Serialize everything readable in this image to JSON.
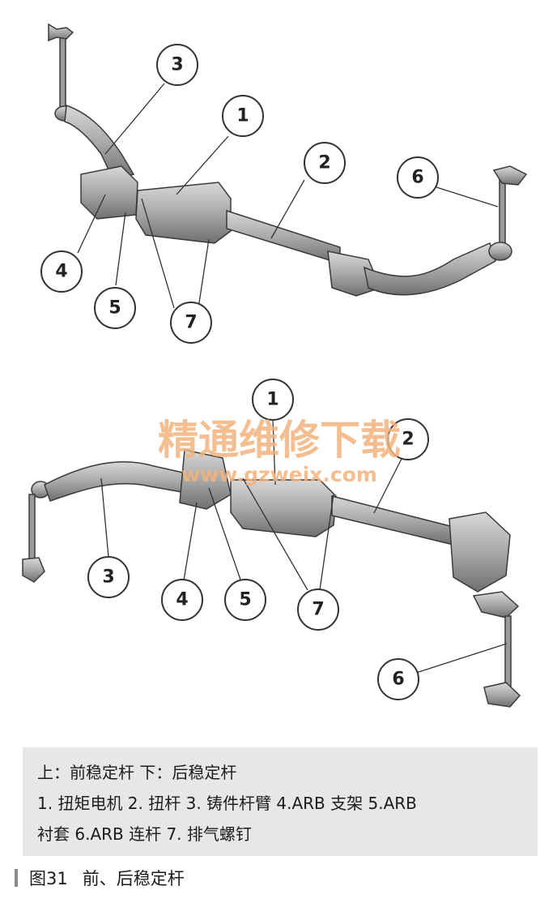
{
  "callouts": {
    "front": [
      "1",
      "2",
      "3",
      "4",
      "5",
      "6",
      "7"
    ],
    "rear": [
      "1",
      "2",
      "3",
      "4",
      "5",
      "6",
      "7"
    ]
  },
  "watermark": {
    "text": "精通维修下载",
    "url": "www.gzweix.com"
  },
  "legend": {
    "line1": "上：前稳定杆  下：后稳定杆",
    "line2": "1. 扭矩电机  2. 扭杆  3. 铸件杆臂  4.ARB 支架  5.ARB",
    "line3": "衬套  6.ARB 连杆  7. 排气螺钉"
  },
  "caption": {
    "figure_number": "图31",
    "title": "前、后稳定杆"
  },
  "colors": {
    "part_fill": "#b9b9b9",
    "part_stroke": "#3a3a3a",
    "watermark": "#f3b37d",
    "legend_bg": "#e7e7e5"
  }
}
